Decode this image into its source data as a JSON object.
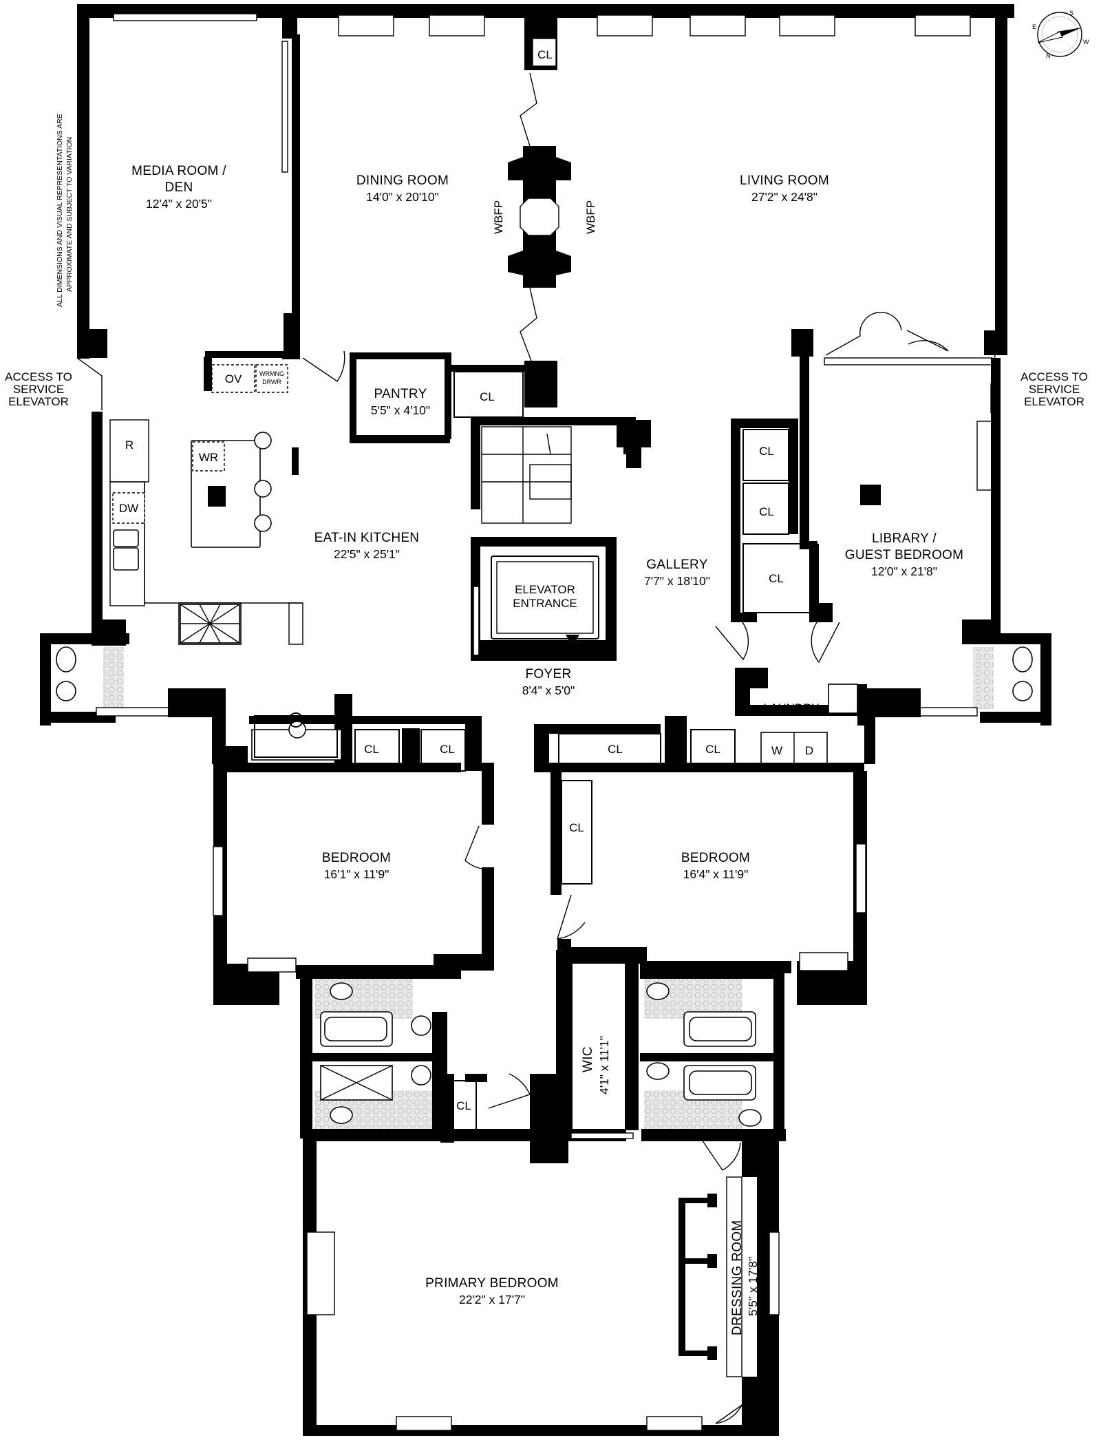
{
  "note": {
    "line1": "ALL DIMENSIONS AND VISUAL REPRESENTATIONS ARE",
    "line2": "APPROXIMATE AND SUBJECT TO VARIATION"
  },
  "compass": {
    "letters": [
      "S",
      "W",
      "E",
      "N"
    ]
  },
  "access_left": [
    "ACCESS TO",
    "SERVICE",
    "ELEVATOR"
  ],
  "access_right": [
    "ACCESS TO",
    "SERVICE",
    "ELEVATOR"
  ],
  "rooms": {
    "media": {
      "name1": "MEDIA ROOM /",
      "name2": "DEN",
      "dim": "12'4\" x 20'5\""
    },
    "dining": {
      "name": "DINING ROOM",
      "dim": "14'0\" x 20'10\""
    },
    "living": {
      "name": "LIVING ROOM",
      "dim": "27'2\" x 24'8\""
    },
    "pantry": {
      "name": "PANTRY",
      "dim": "5'5\" x 4'10\""
    },
    "kitchen": {
      "name": "EAT-IN KITCHEN",
      "dim": "22'5\" x 25'1\""
    },
    "gallery": {
      "name": "GALLERY",
      "dim": "7'7\" x 18'10\""
    },
    "library": {
      "name1": "LIBRARY /",
      "name2": "GUEST BEDROOM",
      "dim": "12'0\" x 21'8\""
    },
    "elevator": {
      "name1": "ELEVATOR",
      "name2": "ENTRANCE"
    },
    "foyer": {
      "name": "FOYER",
      "dim": "8'4\" x 5'0\""
    },
    "laundry": {
      "name": "LAUNDRY"
    },
    "bedroom_left": {
      "name": "BEDROOM",
      "dim": "16'1\" x 11'9\""
    },
    "bedroom_right": {
      "name": "BEDROOM",
      "dim": "16'4\" x 11'9\""
    },
    "wic": {
      "name": "WIC",
      "dim": "4'1\" x 11'1\""
    },
    "primary": {
      "name": "PRIMARY BEDROOM",
      "dim": "22'2\" x 17'7\""
    },
    "dressing": {
      "name": "DRESSING ROOM",
      "dim": "5'5\" x 17'8\""
    }
  },
  "fixtures": {
    "closet": "CL",
    "wbfp": "WBFP",
    "oven": "OV",
    "warming1": "WRMNG",
    "warming2": "DRWR",
    "refrigerator": "R",
    "dishwasher": "DW",
    "wine": "WR",
    "washer": "W",
    "dryer": "D"
  }
}
